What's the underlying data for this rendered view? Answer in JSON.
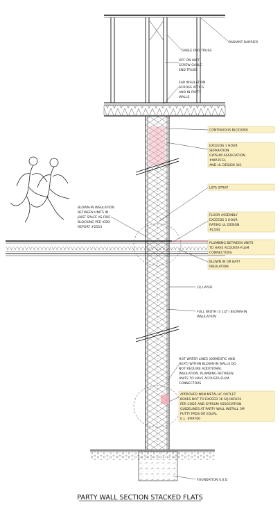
{
  "title": "PARTY WALL SECTION STACKED FLATS",
  "callouts": [
    {
      "id": "radiant-barrier",
      "lines": [
        "RADIANT BARRIER"
      ],
      "boxed": false
    },
    {
      "id": "gable-end-truss",
      "lines": [
        "GABLE END TRUSS"
      ],
      "boxed": false
    },
    {
      "id": "off-unit-scrap-gable",
      "lines": [
        "OFF ON UNIT",
        "SCREW GABLE",
        "END TRUSS"
      ],
      "boxed": false
    },
    {
      "id": "attic-insulation",
      "lines": [
        "EAR INSULATION",
        "ACROSS ATTICS",
        "AND IN PARTY",
        "WALLS"
      ],
      "boxed": false
    },
    {
      "id": "continuous-blocking",
      "lines": [
        "CONTINUOUS BLOCKING"
      ],
      "boxed": true
    },
    {
      "id": "separation",
      "lines": [
        "EXCEEDS 1 HOUR",
        "SEPARATION",
        "GYPSUM ASSOCIATION",
        "#WP3512,",
        "AND UL DESIGN 341"
      ],
      "boxed": true
    },
    {
      "id": "lsta-strap",
      "lines": [
        "LSTA STRAP"
      ],
      "boxed": true
    },
    {
      "id": "floor-assembly",
      "lines": [
        "FLOOR ASSEMBLY",
        "EXCEEDS 1 HOUR",
        "RATING UL DESIGN",
        "#L544"
      ],
      "boxed": true
    },
    {
      "id": "plumbing-flum",
      "lines": [
        "PLUMBING BETWEEN UNITS",
        "TO HAVE ACOUSTA-FLUM",
        "CONNECTORS"
      ],
      "boxed": true
    },
    {
      "id": "blown-in-batt",
      "lines": [
        "BLOWN IN OR BATT",
        "INSULATION"
      ],
      "boxed": true
    },
    {
      "id": "blown-in-joist",
      "lines": [
        "BLOWN-IN INSULATION",
        "BETWEEN UNITS IN",
        "JOIST SPACE AS FIRE",
        "BLOCKING PER ICBO",
        "REPORT #2553"
      ],
      "boxed": false
    },
    {
      "id": "one-layer",
      "lines": [
        "(1) LAYER"
      ],
      "boxed": false
    },
    {
      "id": "full-width",
      "lines": [
        "FULL WIDTH (3 1/2\") BLOWN-IN",
        "INSULATION"
      ],
      "boxed": false
    },
    {
      "id": "hot-water-lines",
      "lines": [
        "HOT WATER LINES (DOMESTIC AND",
        "HEAT) WITHIN BLOWN-IN WALLS DO",
        "NOT REQUIRE ADDITIONAL",
        "INSULATION. PLUMBING BETWEEN",
        "UNITS TO HAVE ACOUSTA-FLUM",
        "CONNECTORS"
      ],
      "boxed": false
    },
    {
      "id": "outlet-boxes",
      "lines": [
        "APPROVED NON-METALLIC OUTLET",
        "BOXES NOT TO EXCEED 16 SQ INCHES",
        "PER CODE AND GYPSUM ASSOCIATION",
        "GUIDELINES AT PARTY WALL INSTALL 3M",
        "PUTTY PADS OR EQUAL",
        "U.L. #R9700"
      ],
      "boxed": true
    },
    {
      "id": "foundation",
      "lines": [
        "FOUNDATION S.S.D"
      ],
      "boxed": false
    }
  ],
  "colors": {
    "callout_fill": "#fbf0c4",
    "highlight": "#f2a7b3",
    "ink": "#111111"
  },
  "icons": {
    "logo": "two-runners-logo"
  }
}
